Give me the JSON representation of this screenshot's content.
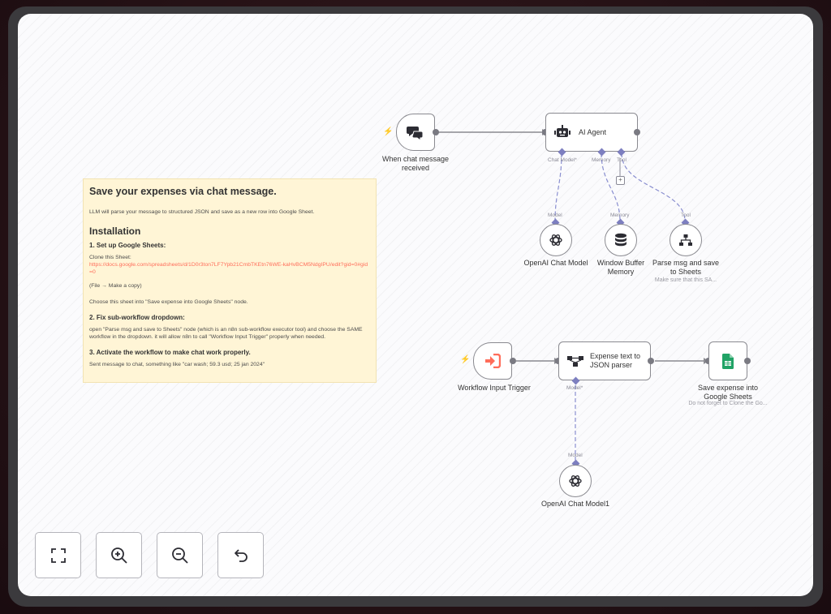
{
  "note": {
    "title": "Save your expenses via chat message.",
    "intro": "LLM will parse your message to structured JSON and save as a new row into Google Sheet.",
    "installation": "Installation",
    "step1_title": "1. Set up Google Sheets:",
    "step1_clone": "Clone this Sheet:",
    "step1_link": "https://docs.google.com/spreadsheets/d/1D0r3ton7LF7Ypb21CmbTKEtn76WE-kaHvBCM5NdgIPU/edit?gid=0#gid=0",
    "step1_copy": "(File → Make a copy)",
    "step1_choose": "Choose this sheet into \"Save expense into Google Sheets\" node.",
    "step2_title": "2. Fix sub-workflow dropdown:",
    "step2_text": "open \"Parse msg and save to Sheets\" node (which is an n8n sub-workflow executor tool) and choose the SAME workflow in the dropdown. it will allow n8n to call \"Workflow Input Trigger\" properly when needed.",
    "step3_title": "3. Activate the workflow to make chat work properly.",
    "step3_text": "Sent message to chat, something like \"car wash; 59.3 usd; 25 jan 2024\""
  },
  "nodes": {
    "chat_trigger": "When chat message received",
    "ai_agent": "AI Agent",
    "openai_chat": "OpenAI Chat Model",
    "window_memory": "Window Buffer Memory",
    "parse_tool": "Parse msg and save to Sheets",
    "parse_tool_sub": "Make sure that this SA...",
    "workflow_trigger": "Workflow Input Trigger",
    "json_parser": "Expense text to JSON parser",
    "save_sheets": "Save expense into Google Sheets",
    "save_sheets_sub": "Do not forget to Clone the Go...",
    "openai_chat1": "OpenAI Chat Model1"
  },
  "ports": {
    "chat_model": "Chat Model*",
    "memory": "Memory",
    "tool": "Tool",
    "model": "Model",
    "model_req": "Model*"
  },
  "controls": [
    "fit-view",
    "zoom-in",
    "zoom-out",
    "reset"
  ],
  "colors": {
    "accent": "#ff6d5a",
    "port": "#7d7fc0",
    "sheets": "#21a366",
    "note_bg": "#fff5d6"
  }
}
